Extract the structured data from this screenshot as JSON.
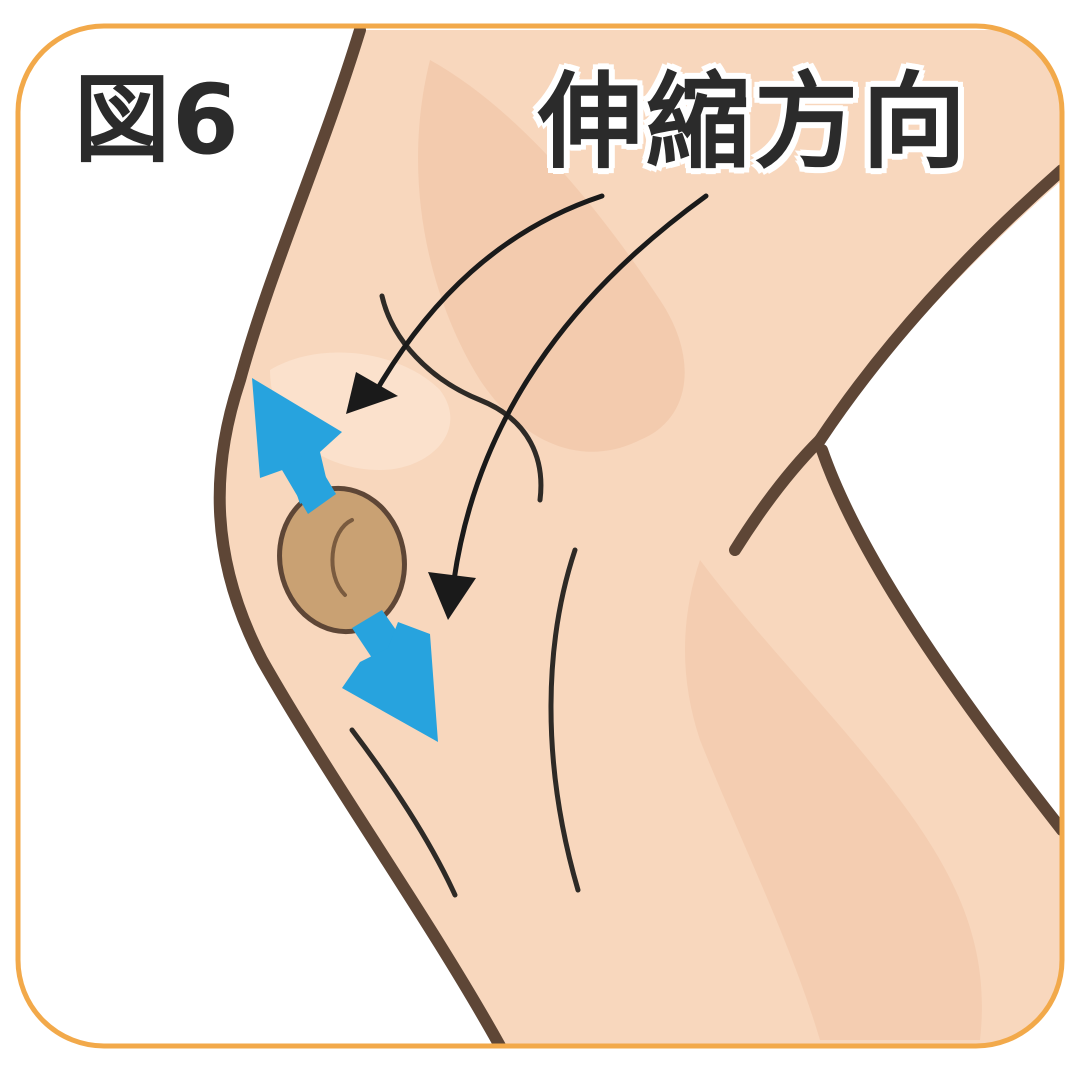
{
  "figure_label": "図6",
  "caption": "伸縮方向",
  "colors": {
    "frame": "#f2a94a",
    "skin": "#f8d7bd",
    "skin_shade": "#f1c6a8",
    "outline": "#5e4636",
    "kneecap": "#c9a173",
    "stretch_arrow": "#27a3de",
    "pointer_arrow": "#1a1a1a"
  },
  "icons": [
    "double-headed-stretch-arrow",
    "curved-pointer-arrow",
    "kneecap"
  ]
}
